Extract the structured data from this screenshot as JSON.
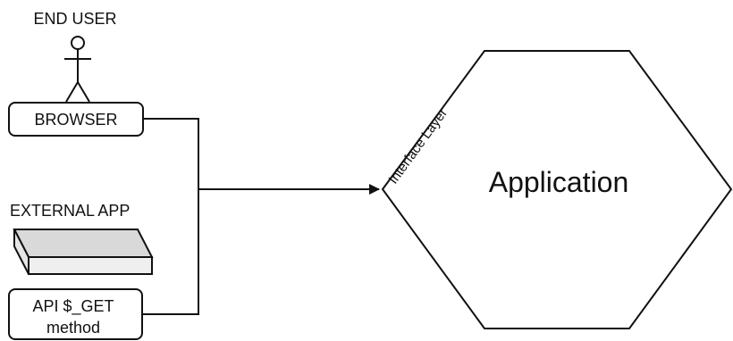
{
  "labels": {
    "end_user": "END USER",
    "browser": "BROWSER",
    "external_app": "EXTERNAL APP",
    "api_line1": "API $_GET",
    "api_line2": "method",
    "interface_layer": "Interface Layer",
    "application": "Application"
  },
  "colors": {
    "stroke": "#111111",
    "fill": "#ffffff",
    "slab_top": "#d9d9d9",
    "slab_front": "#efefef"
  },
  "icons": {
    "actor": "stick-figure-icon",
    "device": "slab-device-icon"
  }
}
